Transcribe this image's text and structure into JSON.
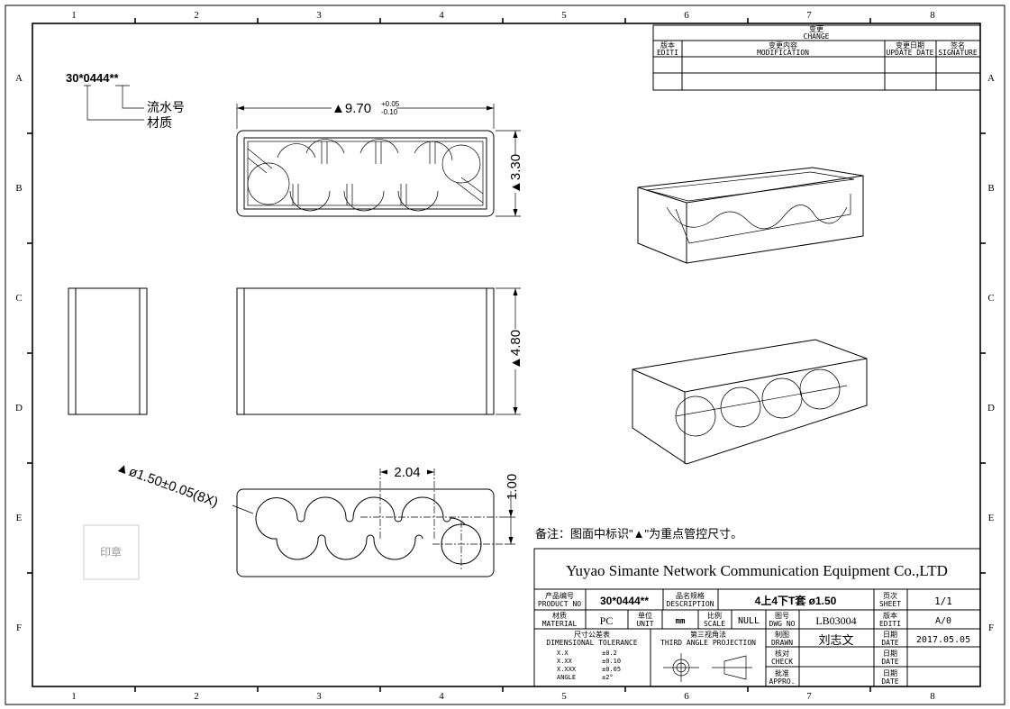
{
  "frame": {
    "columns": [
      "1",
      "2",
      "3",
      "4",
      "5",
      "6",
      "7",
      "8"
    ],
    "rows": [
      "A",
      "B",
      "C",
      "D",
      "E",
      "F"
    ]
  },
  "part_code": {
    "code": "30*0444**",
    "serial_label": "流水号",
    "material_label": "材质"
  },
  "dimensions": {
    "length": "▲9.70",
    "length_tol_upper": "+0.05",
    "length_tol_lower": "-0.10",
    "width": "▲3.30",
    "height": "▲4.80",
    "hole": "▲ø1.50±0.05(8X)",
    "pitch": "2.04",
    "offset": "1.00"
  },
  "stamp": "印章",
  "note": "备注：图面中标识\"▲\"为重点管控尺寸。",
  "change_table": {
    "title_cn": "变更",
    "title_en": "CHANGE",
    "headers": [
      {
        "cn": "版本",
        "en": "EDITI"
      },
      {
        "cn": "变更内容",
        "en": "MODIFICATION"
      },
      {
        "cn": "变更日期",
        "en": "UPDATE DATE"
      },
      {
        "cn": "签名",
        "en": "SIGNATURE"
      }
    ]
  },
  "title_block": {
    "company": "Yuyao Simante Network Communication Equipment Co.,LTD",
    "product_no": {
      "cn": "产品编号",
      "en": "PRODUCT NO",
      "value": "30*0444**"
    },
    "description": {
      "cn": "品名规格",
      "en": "DESCRIPTION",
      "value": "4上4下T套  ø1.50"
    },
    "sheet": {
      "cn": "页次",
      "en": "SHEET",
      "value": "1/1"
    },
    "material": {
      "cn": "材质",
      "en": "MATERIAL",
      "value": "PC"
    },
    "unit": {
      "cn": "单位",
      "en": "UNIT",
      "value": "mm"
    },
    "scale": {
      "cn": "比例",
      "en": "SCALE",
      "value": "NULL"
    },
    "dwg_no": {
      "cn": "图号",
      "en": "DWG NO",
      "value": "LB03004"
    },
    "edition": {
      "cn": "版本",
      "en": "EDITI",
      "value": "A/0"
    },
    "tolerance": {
      "cn": "尺寸公差表",
      "en": "DIMENSIONAL TOLERANCE",
      "rows": [
        {
          "k": "X.X",
          "v": "±0.2"
        },
        {
          "k": "X.XX",
          "v": "±0.10"
        },
        {
          "k": "X.XXX",
          "v": "±0.05"
        },
        {
          "k": "ANGLE",
          "v": "±2°"
        }
      ]
    },
    "projection": {
      "cn": "第三视角法",
      "en": "THIRD ANGLE PROJECTION"
    },
    "drawn": {
      "cn": "制图",
      "en": "DRAWN",
      "value": "刘志文"
    },
    "check": {
      "cn": "核对",
      "en": "CHECK",
      "value": ""
    },
    "approved": {
      "cn": "批准",
      "en": "APPRO.",
      "value": ""
    },
    "date_label": {
      "cn": "日期",
      "en": "DATE"
    },
    "drawn_date": "2017.05.05"
  }
}
